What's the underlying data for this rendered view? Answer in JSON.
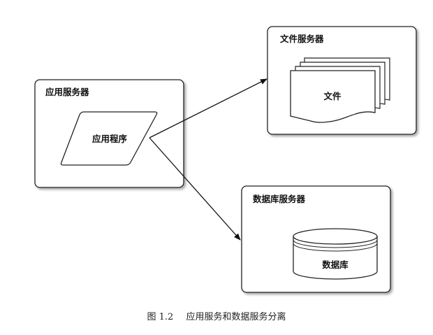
{
  "diagram": {
    "app_server": {
      "title": "应用服务器",
      "program_label": "应用程序"
    },
    "file_server": {
      "title": "文件服务器",
      "file_label": "文件"
    },
    "db_server": {
      "title": "数据库服务器",
      "db_label": "数据库"
    }
  },
  "caption": {
    "number": "图 1.2",
    "text": "应用服务和数据服务分离"
  },
  "colors": {
    "stroke": "#222222",
    "background": "#ffffff",
    "shadow": "#c8c8c8"
  }
}
